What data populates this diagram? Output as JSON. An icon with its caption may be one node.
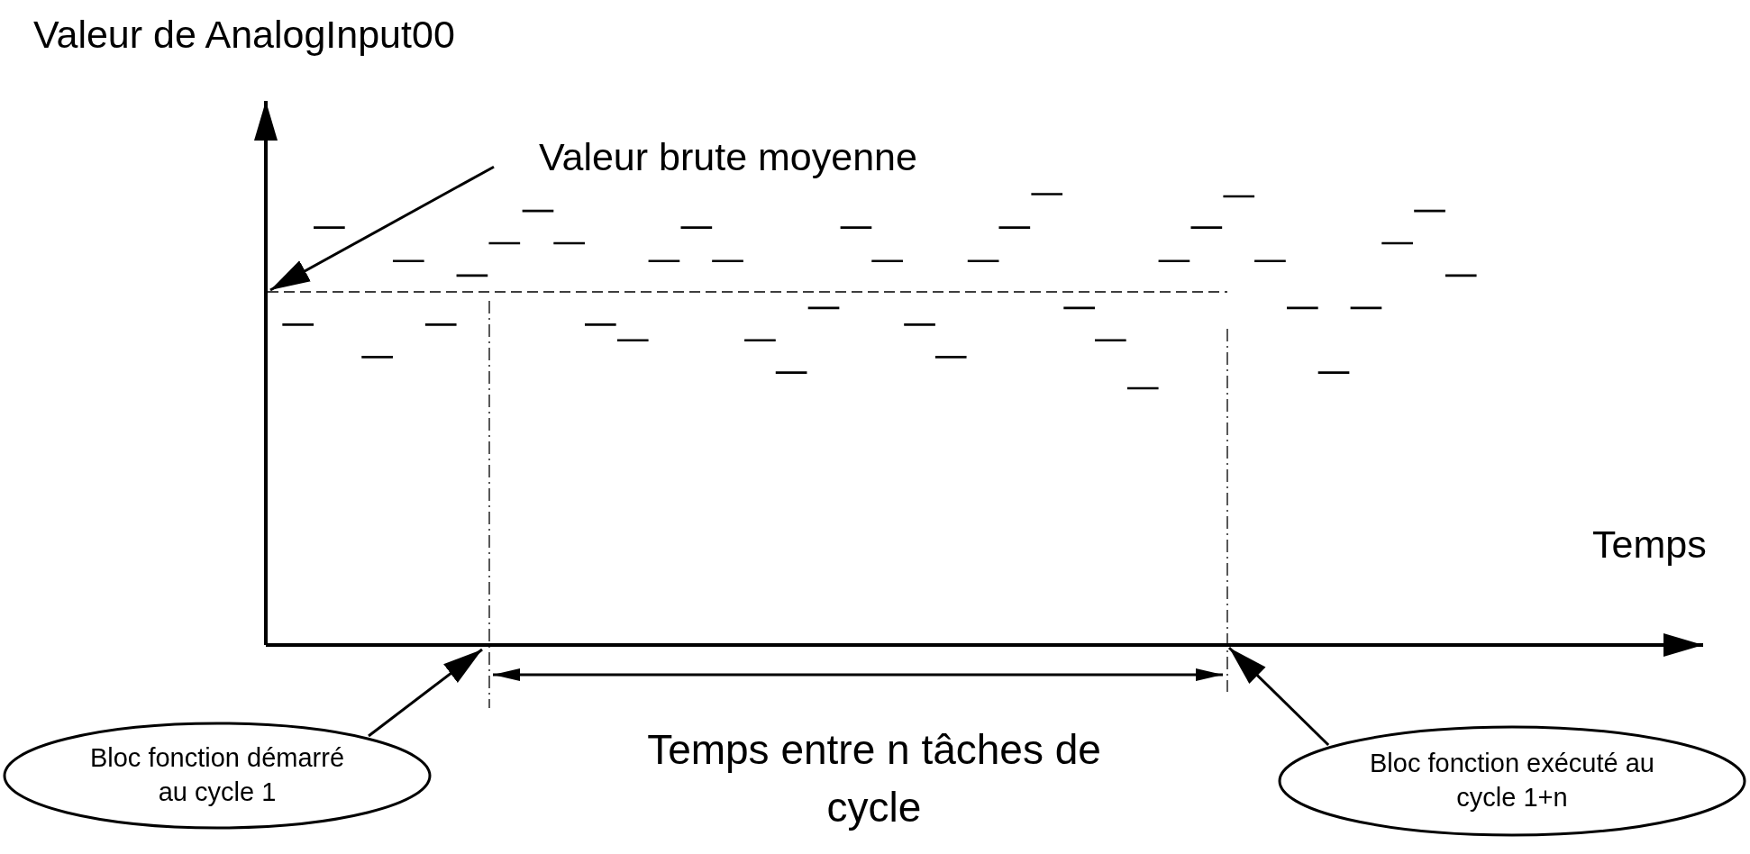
{
  "diagram": {
    "nodes": [
      {
        "text": [
          "Valeur brute moyenne"
        ]
      },
      {
        "text": [
          "Bloc fonction démarré au cycle 1"
        ]
      },
      {
        "text": [
          "Bloc fonction exécuté au cycle 1+n"
        ]
      }
    ],
    "edges": [
      {
        "from": 0,
        "to": null,
        "arrow": "to"
      },
      {
        "from": 1,
        "to": null,
        "arrow": "to"
      },
      {
        "from": 2,
        "to": null,
        "arrow": "to"
      }
    ],
    "labels": [
      "Valeur de AnalogInput00",
      "Temps",
      "Temps entre n tâches de cycle"
    ]
  }
}
